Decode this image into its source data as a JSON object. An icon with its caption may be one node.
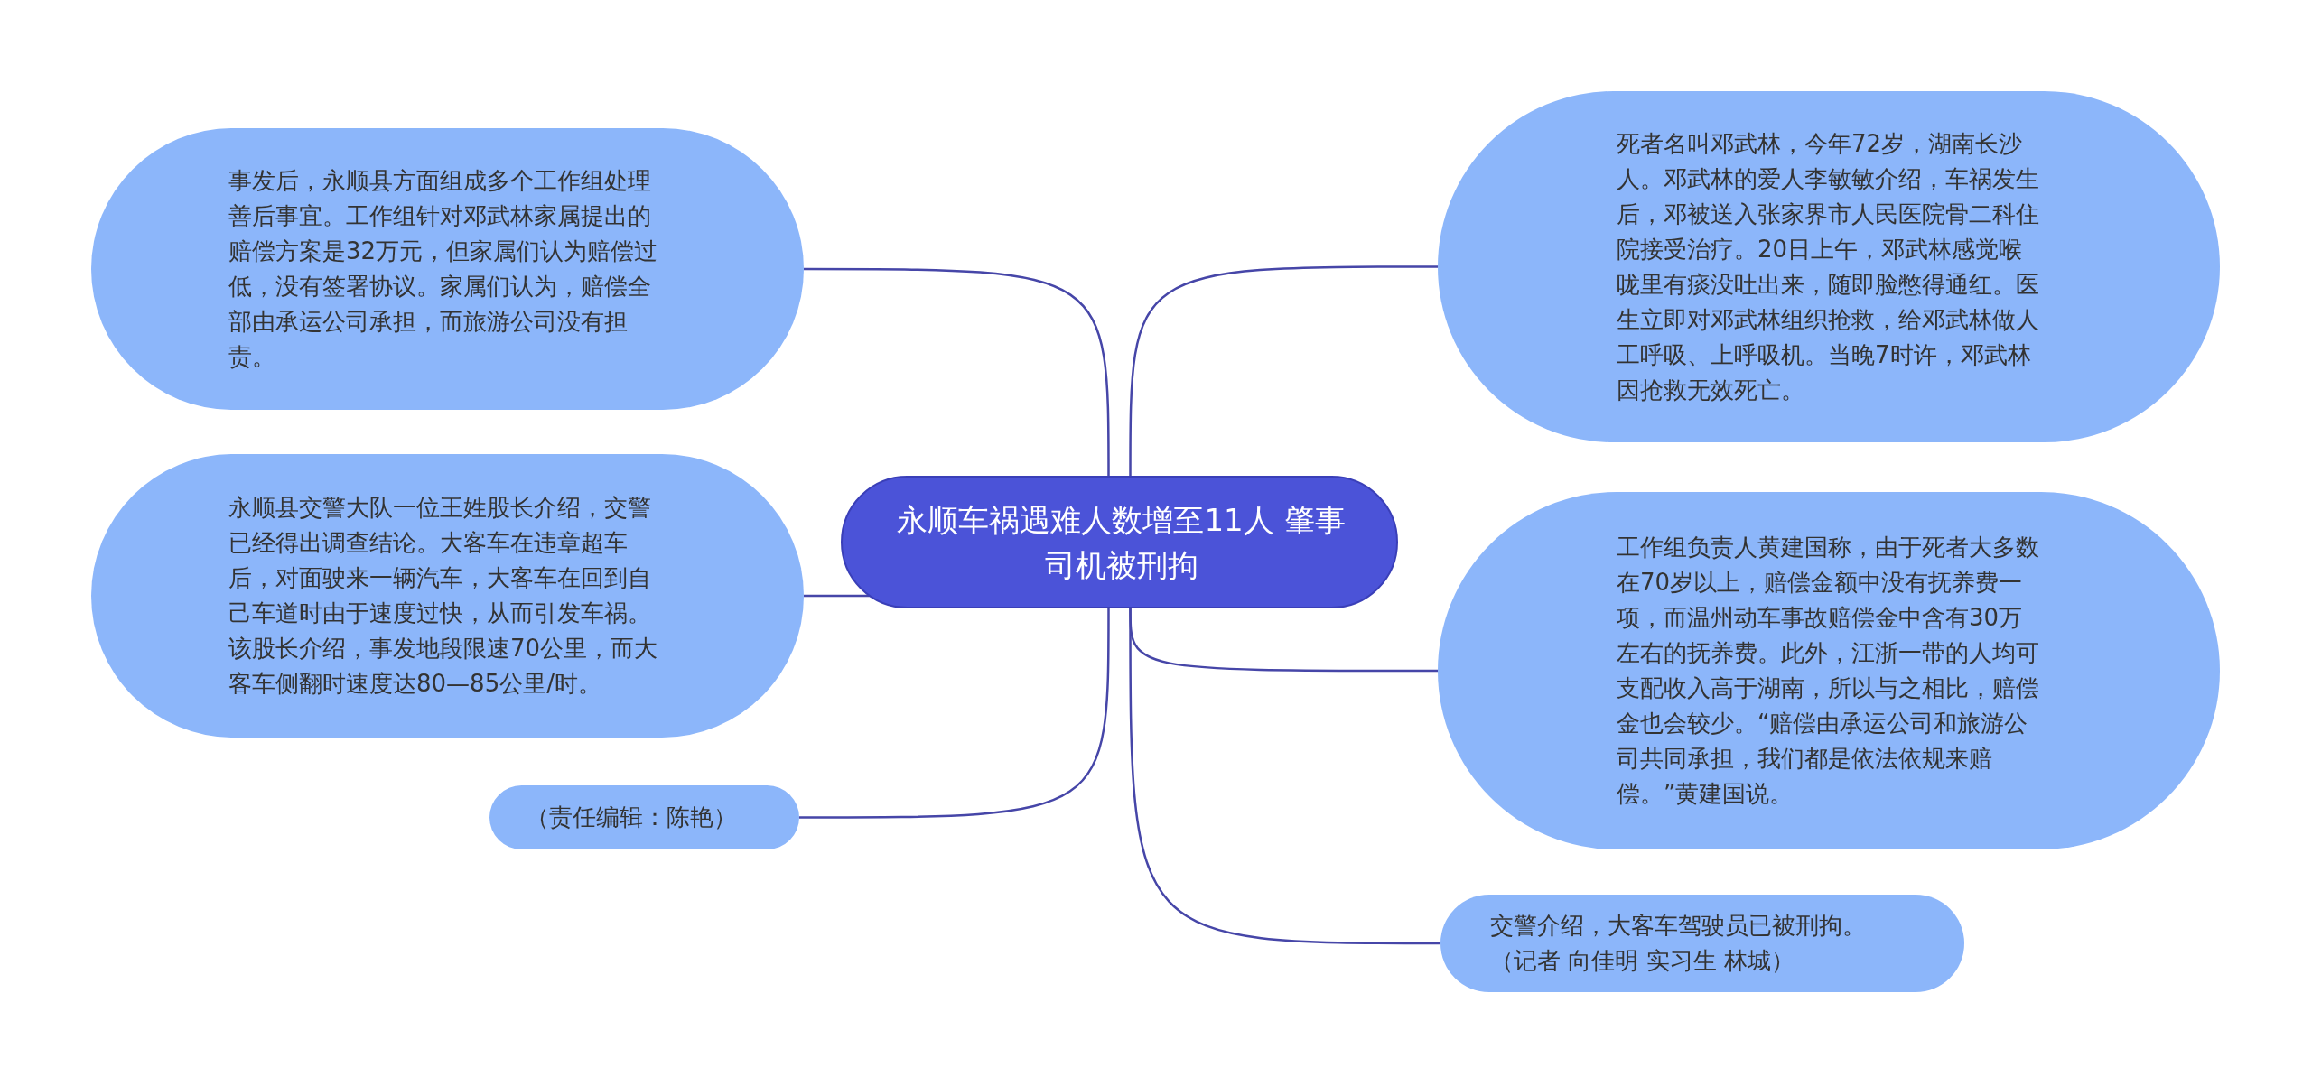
{
  "diagram": {
    "nodes": [
      {
        "text": [
          "永顺车祸遇难人数增至11人 肇事司机被刑拘"
        ]
      },
      {
        "text": [
          "事发后，永顺县方面组成多个工作组处理善后事宜。工作组针对邓武林家属提出的赔偿方案是32万元，但家属们认为赔偿过低，没有签署协议。家属们认为，赔偿全部由承运公司承担，而旅游公司没有担责。"
        ]
      },
      {
        "text": [
          "永顺县交警大队一位王姓股长介绍，交警已经得出调查结论。大客车在违章超车后，对面驶来一辆汽车，大客车在回到自己车道时由于速度过快，从而引发车祸。该股长介绍，事发地段限速70公里，而大客车侧翻时速度达80—85公里/时。"
        ]
      },
      {
        "text": [
          "（责任编辑：陈艳）"
        ]
      },
      {
        "text": [
          "死者名叫邓武林，今年72岁，湖南长沙人。邓武林的爱人李敏敏介绍，车祸发生后，邓被送入张家界市人民医院骨二科住院接受治疗。20日上午，邓武林感觉喉咙里有痰没吐出来，随即脸憋得通红。医生立即对邓武林组织抢救，给邓武林做人工呼吸、上呼吸机。当晚7时许，邓武林因抢救无效死亡。"
        ]
      },
      {
        "text": [
          "工作组负责人黄建国称，由于死者大多数在70岁以上，赔偿金额中没有抚养费一项，而温州动车事故赔偿金中含有30万左右的抚养费。此外，江浙一带的人均可支配收入高于湖南，所以与之相比，赔偿金也会较少。“赔偿由承运公司和旅游公司共同承担，我们都是依法依规来赔偿。”黄建国说。"
        ]
      },
      {
        "text": [
          "交警介绍，大客车驾驶员已被刑拘。（记者 向佳明 实习生 林城）"
        ]
      }
    ],
    "edges": [
      {
        "from": 0,
        "to": 1,
        "arrow": "none"
      },
      {
        "from": 0,
        "to": 2,
        "arrow": "none"
      },
      {
        "from": 0,
        "to": 3,
        "arrow": "none"
      },
      {
        "from": 0,
        "to": 4,
        "arrow": "none"
      },
      {
        "from": 0,
        "to": 5,
        "arrow": "none"
      },
      {
        "from": 0,
        "to": 6,
        "arrow": "none"
      }
    ]
  }
}
